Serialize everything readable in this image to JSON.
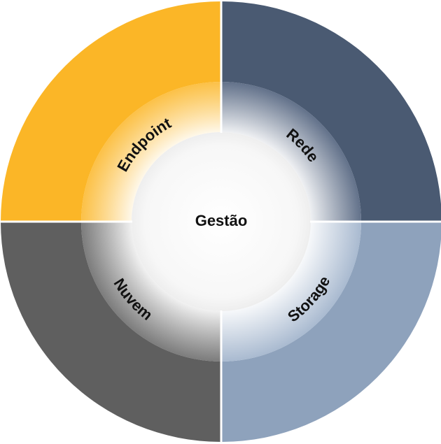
{
  "center": {
    "label": "Gestão"
  },
  "segments": [
    {
      "id": "endpoint",
      "label": "Endpoint",
      "quadrant": "top-left",
      "outer_color": "#FBB627",
      "inner_color": "#FBB627"
    },
    {
      "id": "rede",
      "label": "Rede",
      "quadrant": "top-right",
      "outer_color": "#4A5A72",
      "inner_color": "#5A6A84"
    },
    {
      "id": "storage",
      "label": "Storage",
      "quadrant": "bottom-right",
      "outer_color": "#8EA2BC",
      "inner_color": "#A9BAD0"
    },
    {
      "id": "nuvem",
      "label": "Nuvem",
      "quadrant": "bottom-left",
      "outer_color": "#5F5F5F",
      "inner_color": "#6E6E6E"
    }
  ]
}
